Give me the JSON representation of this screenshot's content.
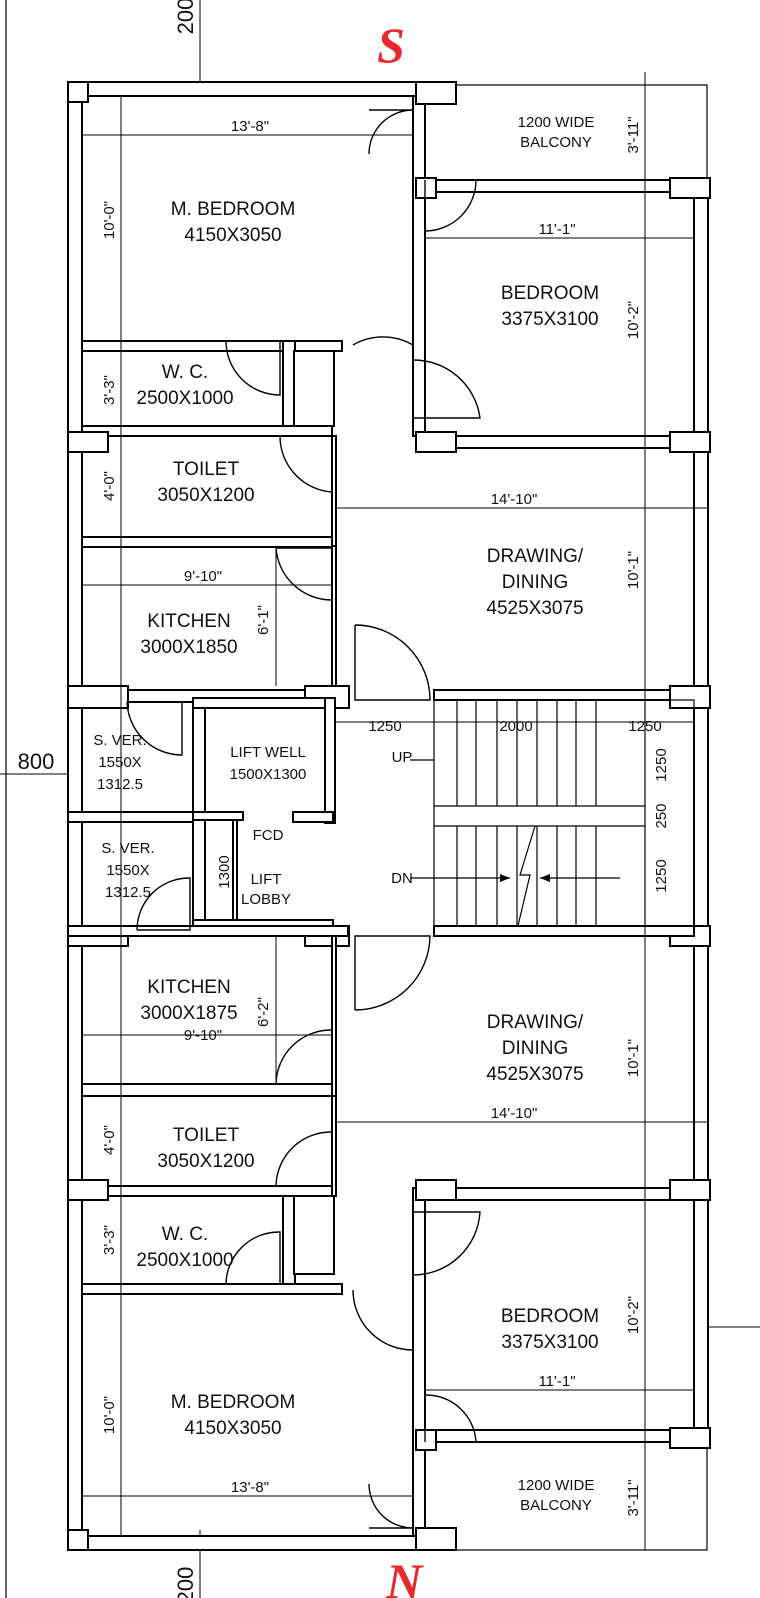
{
  "compass": {
    "top": "S",
    "bottom": "N"
  },
  "outer_dims": {
    "top_left": "200",
    "left_mid": "800",
    "bottom_left": "200"
  },
  "upper_unit": {
    "master_bedroom": {
      "name": "M. BEDROOM",
      "size": "4150X3050",
      "width_dim": "13'-8\"",
      "height_dim": "10'-0\""
    },
    "balcony": {
      "line1": "1200 WIDE",
      "line2": "BALCONY",
      "depth_dim": "3'-11\""
    },
    "bedroom": {
      "name": "BEDROOM",
      "size": "3375X3100",
      "width_dim": "11'-1\"",
      "height_dim": "10'-2\""
    },
    "wc": {
      "name": "W. C.",
      "size": "2500X1000",
      "height_dim": "3'-3\""
    },
    "toilet": {
      "name": "TOILET",
      "size": "3050X1200",
      "height_dim": "4'-0\""
    },
    "drawing": {
      "line1": "DRAWING/",
      "line2": "DINING",
      "size": "4525X3075",
      "width_dim": "14'-10\"",
      "height_dim": "10'-1\""
    },
    "kitchen": {
      "name": "KITCHEN",
      "size": "3000X1850",
      "width_dim": "9'-10\"",
      "height_dim": "6'-1\""
    }
  },
  "core": {
    "sver_top": {
      "line1": "S. VER.",
      "line2": "1550X",
      "line3": "1312.5"
    },
    "sver_bottom": {
      "line1": "S. VER.",
      "line2": "1550X",
      "line3": "1312.5"
    },
    "lift_well": {
      "name": "LIFT WELL",
      "size": "1500X1300"
    },
    "fcd": "FCD",
    "lobby": {
      "line1": "LIFT",
      "line2": "LOBBY"
    },
    "lobby_dim": "1300",
    "stair": {
      "up": "UP",
      "dn": "DN",
      "w1": "1250",
      "w2": "2000",
      "w3": "1250",
      "h1": "1250",
      "h2": "250",
      "h3": "1250"
    }
  },
  "lower_unit": {
    "kitchen": {
      "name": "KITCHEN",
      "size": "3000X1875",
      "width_dim": "9'-10\"",
      "height_dim": "6'-2\""
    },
    "drawing": {
      "line1": "DRAWING/",
      "line2": "DINING",
      "size": "4525X3075",
      "width_dim": "14'-10\"",
      "height_dim": "10'-1\""
    },
    "toilet": {
      "name": "TOILET",
      "size": "3050X1200",
      "height_dim": "4'-0\""
    },
    "wc": {
      "name": "W. C.",
      "size": "2500X1000",
      "height_dim": "3'-3\""
    },
    "bedroom": {
      "name": "BEDROOM",
      "size": "3375X3100",
      "width_dim": "11'-1\"",
      "height_dim": "10'-2\""
    },
    "master_bedroom": {
      "name": "M. BEDROOM",
      "size": "4150X3050",
      "width_dim": "13'-8\"",
      "height_dim": "10'-0\""
    },
    "balcony": {
      "line1": "1200 WIDE",
      "line2": "BALCONY",
      "depth_dim": "3'-11\""
    }
  }
}
